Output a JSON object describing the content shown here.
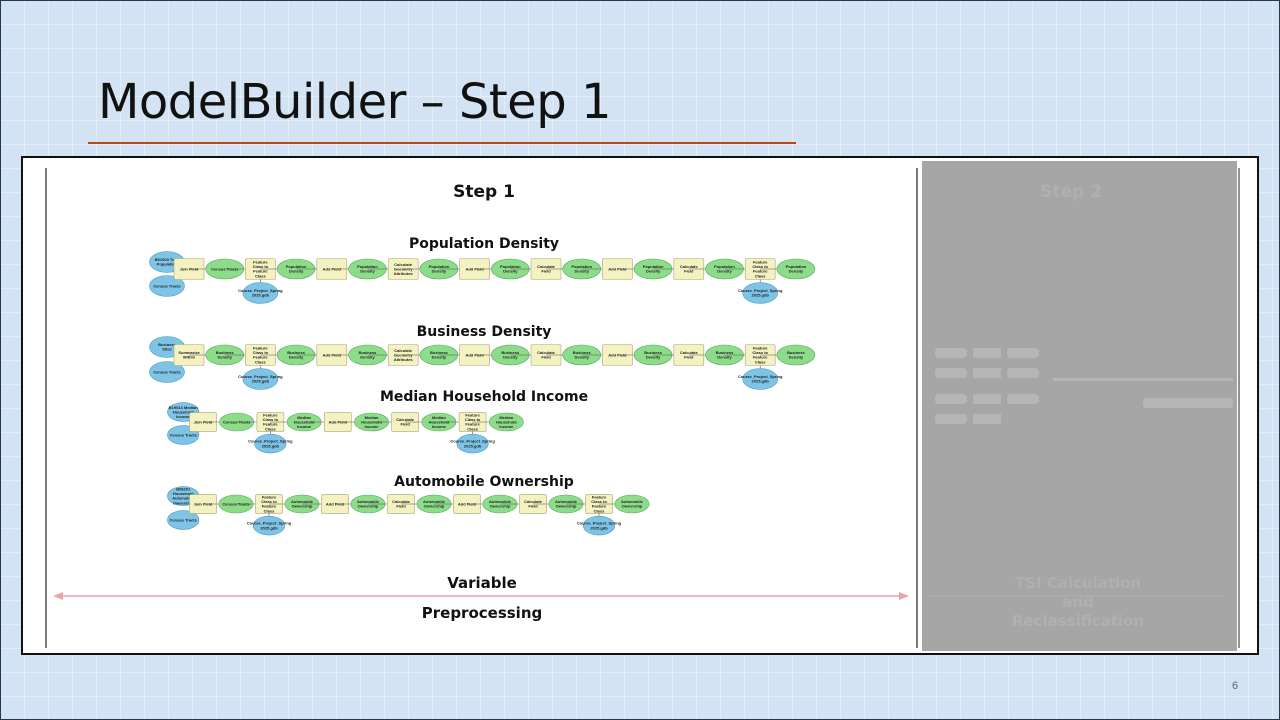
{
  "slide": {
    "title": "ModelBuilder – Step 1",
    "page_number": "6"
  },
  "step1": {
    "title": "Step 1",
    "variable_label": "Variable",
    "preprocessing_label": "Preprocessing",
    "sections": [
      {
        "title": "Population Density",
        "inputs": [
          "B01003 Total Population",
          "Census Tracts"
        ],
        "chain": [
          {
            "k": "tool",
            "t": "Join Field"
          },
          {
            "k": "data",
            "t": "Census Tracts"
          },
          {
            "k": "tool",
            "t": "Feature Class to Feature Class",
            "out": "Course_Project_Spring 2025.gdb"
          },
          {
            "k": "data",
            "t": "Population Density"
          },
          {
            "k": "tool",
            "t": "Add Field"
          },
          {
            "k": "data",
            "t": "Population Density"
          },
          {
            "k": "tool",
            "t": "Calculate Geometry Attributes"
          },
          {
            "k": "data",
            "t": "Population Density"
          },
          {
            "k": "tool",
            "t": "Add Field"
          },
          {
            "k": "data",
            "t": "Population Density"
          },
          {
            "k": "tool",
            "t": "Calculate Field"
          },
          {
            "k": "data",
            "t": "Population Density"
          },
          {
            "k": "tool",
            "t": "Add Field"
          },
          {
            "k": "data",
            "t": "Population Density"
          },
          {
            "k": "tool",
            "t": "Calculate Field"
          },
          {
            "k": "data",
            "t": "Population Density"
          },
          {
            "k": "tool",
            "t": "Feature Class to Feature Class",
            "out": "Course_Project_Spring 2025.gdb"
          },
          {
            "k": "data",
            "t": "Population Density"
          }
        ]
      },
      {
        "title": "Business Density",
        "inputs": [
          "Business Sites",
          "Census Tracts"
        ],
        "chain": [
          {
            "k": "tool",
            "t": "Summarize Within"
          },
          {
            "k": "data",
            "t": "Business Density"
          },
          {
            "k": "tool",
            "t": "Feature Class to Feature Class",
            "out": "Course_Project_Spring 2025.gdb"
          },
          {
            "k": "data",
            "t": "Business Density"
          },
          {
            "k": "tool",
            "t": "Add Field"
          },
          {
            "k": "data",
            "t": "Business Density"
          },
          {
            "k": "tool",
            "t": "Calculate Geometry Attributes"
          },
          {
            "k": "data",
            "t": "Business Density"
          },
          {
            "k": "tool",
            "t": "Add Field"
          },
          {
            "k": "data",
            "t": "Business Density"
          },
          {
            "k": "tool",
            "t": "Calculate Field"
          },
          {
            "k": "data",
            "t": "Business Density"
          },
          {
            "k": "tool",
            "t": "Add Field"
          },
          {
            "k": "data",
            "t": "Business Density"
          },
          {
            "k": "tool",
            "t": "Calculate Field"
          },
          {
            "k": "data",
            "t": "Business Density"
          },
          {
            "k": "tool",
            "t": "Feature Class to Feature Class",
            "out": "Course_Project_Spring 2025.gdb"
          },
          {
            "k": "data",
            "t": "Business Density"
          }
        ]
      },
      {
        "title": "Median Household Income",
        "inputs": [
          "B19013 Median Household Income",
          "Census Tracts"
        ],
        "chain": [
          {
            "k": "tool",
            "t": "Join Field"
          },
          {
            "k": "data",
            "t": "Census Tracts"
          },
          {
            "k": "tool",
            "t": "Feature Class to Feature Class",
            "out": "Course_Project_Spring 2025.gdb"
          },
          {
            "k": "data",
            "t": "Median Household Income"
          },
          {
            "k": "tool",
            "t": "Add Field"
          },
          {
            "k": "data",
            "t": "Median Household Income"
          },
          {
            "k": "tool",
            "t": "Calculate Field"
          },
          {
            "k": "data",
            "t": "Median Household Income"
          },
          {
            "k": "tool",
            "t": "Feature Class to Feature Class",
            "out": "Course_Project_Spring 2025.gdb"
          },
          {
            "k": "data",
            "t": "Median Household Income"
          }
        ]
      },
      {
        "title": "Automobile Ownership",
        "inputs": [
          "B08201 Household Automobile Ownership",
          "Census Tracts"
        ],
        "chain": [
          {
            "k": "tool",
            "t": "Join Field"
          },
          {
            "k": "data",
            "t": "Census Tracts"
          },
          {
            "k": "tool",
            "t": "Feature Class to Feature Class",
            "out": "Course_Project_Spring 2025.gdb"
          },
          {
            "k": "data",
            "t": "Automobile Ownership"
          },
          {
            "k": "tool",
            "t": "Add Field"
          },
          {
            "k": "data",
            "t": "Automobile Ownership"
          },
          {
            "k": "tool",
            "t": "Calculate Field"
          },
          {
            "k": "data",
            "t": "Automobile Ownership"
          },
          {
            "k": "tool",
            "t": "Add Field"
          },
          {
            "k": "data",
            "t": "Automobile Ownership"
          },
          {
            "k": "tool",
            "t": "Calculate Field"
          },
          {
            "k": "data",
            "t": "Automobile Ownership"
          },
          {
            "k": "tool",
            "t": "Feature Class to Feature Class",
            "out": "Course_Project_Spring 2025.gdb"
          },
          {
            "k": "data",
            "t": "Automobile Ownership"
          }
        ]
      }
    ]
  },
  "step2": {
    "title": "Step 2",
    "label_lines": [
      "TSI Calculation",
      "and",
      "Reclassification"
    ]
  },
  "colors": {
    "data_node": "#8ddc8a",
    "data_stroke": "#5aa85a",
    "input_node": "#7ec4e6",
    "input_stroke": "#4f9cc4",
    "tool_node": "#f3f2c0",
    "tool_stroke": "#a9a777",
    "arrow": "#e8a4ab",
    "overlay": "#a6a6a6"
  }
}
